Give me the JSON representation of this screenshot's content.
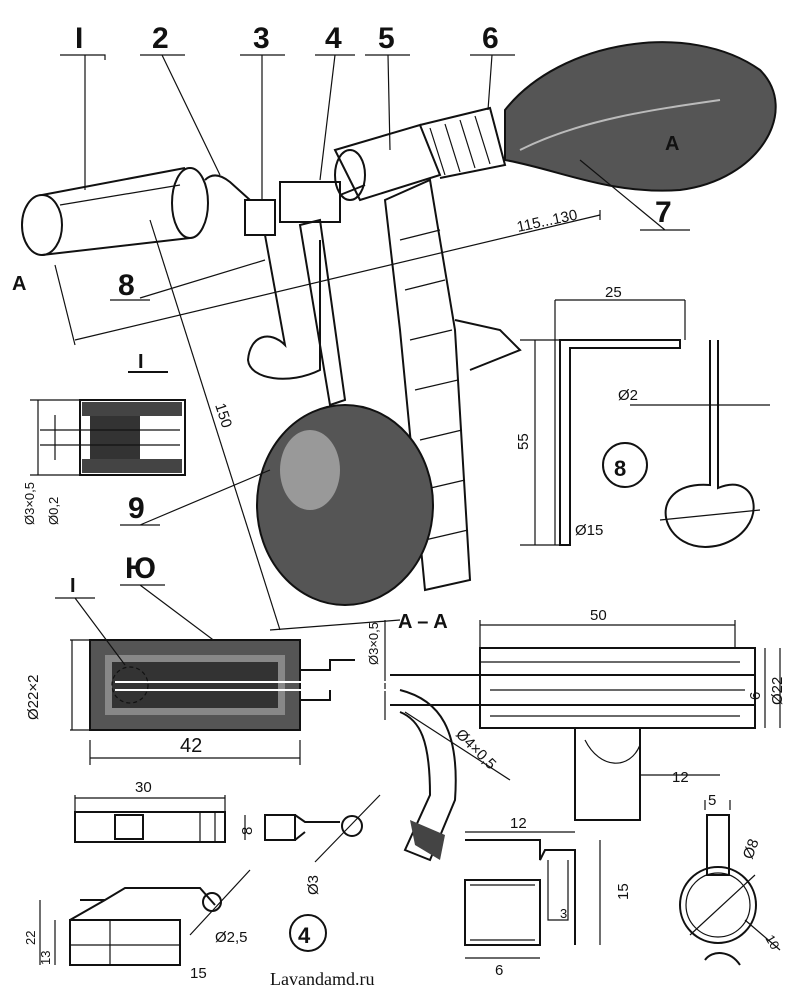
{
  "callouts": {
    "c1": "I",
    "c2": "2",
    "c3": "3",
    "c4": "4",
    "c5": "5",
    "c6": "6",
    "c7": "7",
    "c8": "8",
    "c9": "9",
    "c10": "Ю"
  },
  "section_marks": {
    "detail_I_top": "I",
    "detail_I_bottom": "I",
    "arrow_A_left": "A",
    "arrow_A_right": "A",
    "section_AA": "A – A"
  },
  "dimensions": {
    "handle_len": "115...130",
    "overall_len": "150",
    "d_outer": "Ø3×0,5",
    "d_inner": "Ø0,2",
    "bracket_w": "25",
    "bracket_h": "55",
    "wire_d": "Ø2",
    "ring_d": "Ø15",
    "sec_len": "50",
    "sec_d6": "6",
    "sec_d22": "Ø22",
    "tube_d": "Ø3×0,5",
    "bend_tube": "Ø4×0,5",
    "t_stem": "12",
    "body_d": "Ø22×2",
    "body_len": "42",
    "clip_len": "30",
    "clip_h": "8",
    "clip_hole": "Ø3",
    "bracket_hole": "Ø2,5",
    "bracket_h22": "22",
    "bracket_h13": "13",
    "bracket_w15": "15",
    "cup_w": "12",
    "cup_h": "15",
    "cup_slot": "3",
    "cup_base": "6",
    "ring_top": "5",
    "ring_d8": "Ø8",
    "ring_10": "10"
  },
  "part_labels": {
    "bracket_detail": "8",
    "clip_detail": "4"
  },
  "watermark": "Lavandamd.ru"
}
